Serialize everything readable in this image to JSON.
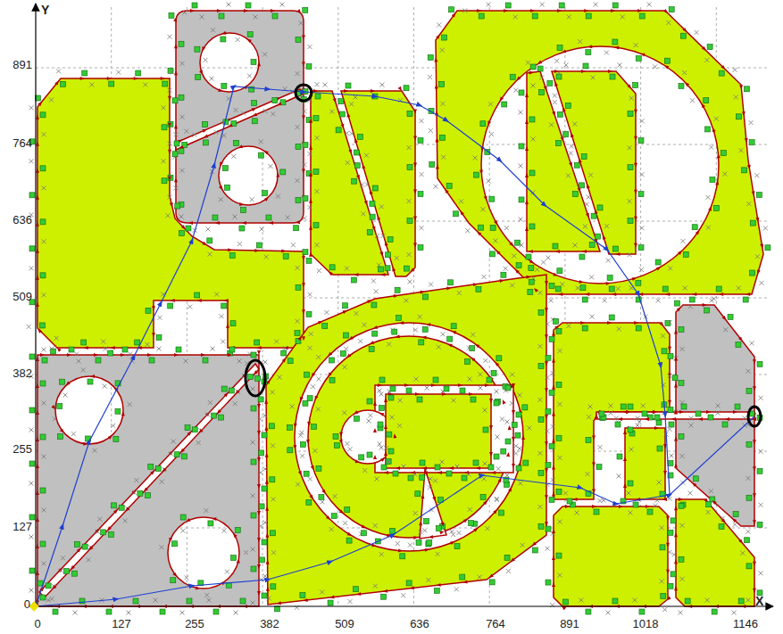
{
  "diagram": {
    "labels": [
      "Y",
      "891",
      "764",
      "636",
      "509",
      "382",
      "255",
      "127",
      "0",
      "0",
      "127",
      "255",
      "382",
      "509",
      "636",
      "764",
      "891",
      "1018",
      "1146",
      "X"
    ]
  }
}
